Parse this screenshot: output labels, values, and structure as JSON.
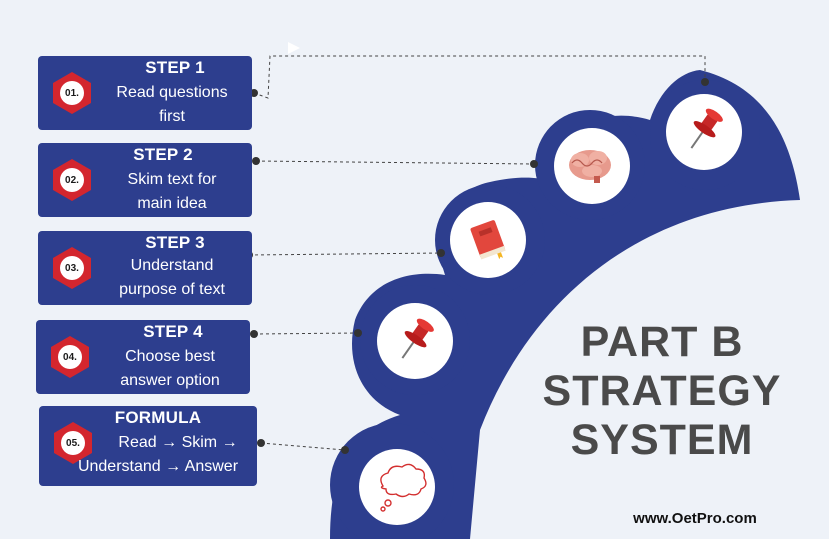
{
  "steps": [
    {
      "number": "01.",
      "title": "STEP 1",
      "desc_line1": "Read questions",
      "desc_line2": "first"
    },
    {
      "number": "02.",
      "title": "STEP 2",
      "desc_line1": "Skim text for",
      "desc_line2": "main idea"
    },
    {
      "number": "03.",
      "title": "STEP 3",
      "desc_line1": "Understand",
      "desc_line2": "purpose of text"
    },
    {
      "number": "04.",
      "title": "STEP 4",
      "desc_line1": "Choose best",
      "desc_line2": "answer option"
    },
    {
      "number": "05.",
      "title": "FORMULA",
      "desc_line1": "Read → Skim →",
      "desc_line2": "Understand → Answer"
    }
  ],
  "headline": {
    "line1": "PART B",
    "line2": "STRATEGY",
    "line3": "SYSTEM"
  },
  "website": "www.OetPro.com",
  "icons": [
    "pushpin-icon",
    "brain-icon",
    "book-icon",
    "pushpin-icon",
    "thought-bubble-icon"
  ],
  "colors": {
    "navy": "#2d3e8e",
    "badge_red": "#d3262e",
    "background": "#eef2f8",
    "headline": "#4a4a4a"
  }
}
